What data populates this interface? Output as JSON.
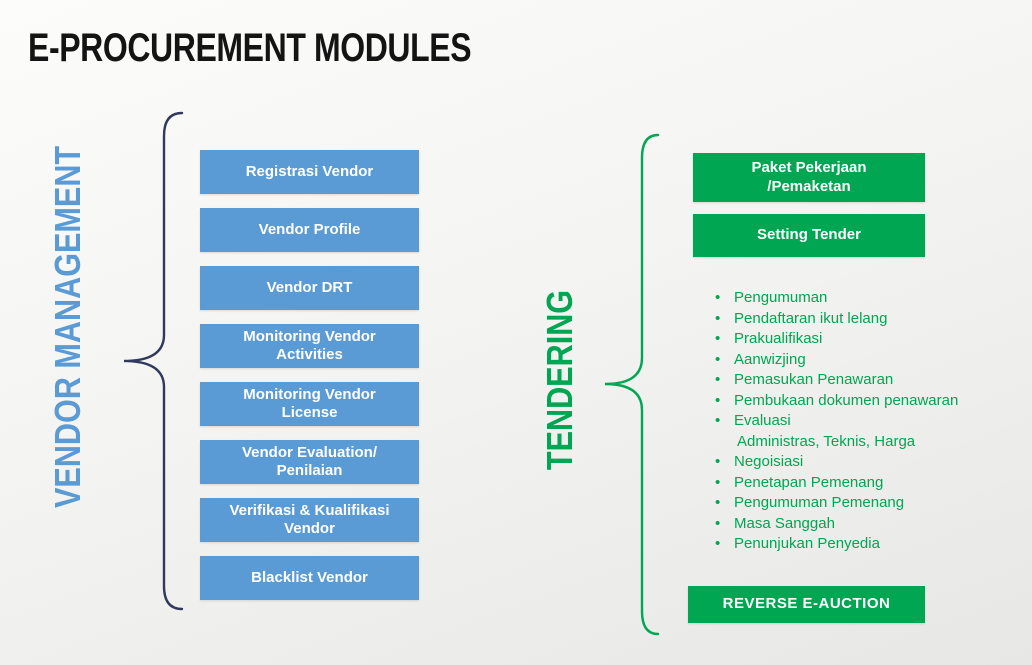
{
  "title": "E-PROCUREMENT MODULES",
  "colors": {
    "module_blue": "#5B9BD5",
    "module_green": "#00A651",
    "brace_navy": "#31395C",
    "title_black": "#141414"
  },
  "vendor_management": {
    "label": "VENDOR MANAGEMENT",
    "modules": [
      "Registrasi Vendor",
      "Vendor Profile",
      "Vendor DRT",
      "Monitoring Vendor\nActivities",
      "Monitoring Vendor\nLicense",
      "Vendor Evaluation/\nPenilaian",
      "Verifikasi & Kualifikasi\nVendor",
      "Blacklist Vendor"
    ]
  },
  "tendering": {
    "label": "TENDERING",
    "top_boxes": [
      "Paket Pekerjaan\n/Pemaketan",
      "Setting Tender"
    ],
    "steps": [
      {
        "text": "Pengumuman"
      },
      {
        "text": "Pendaftaran ikut lelang"
      },
      {
        "text": "Prakualifikasi"
      },
      {
        "text": "Aanwizjing"
      },
      {
        "text": "Pemasukan Penawaran"
      },
      {
        "text": "Pembukaan dokumen penawaran"
      },
      {
        "text": "Evaluasi",
        "sub": "Administras, Teknis, Harga"
      },
      {
        "text": "Negoisiasi"
      },
      {
        "text": "Penetapan Pemenang"
      },
      {
        "text": "Pengumuman Pemenang"
      },
      {
        "text": "Masa Sanggah"
      },
      {
        "text": "Penunjukan Penyedia"
      }
    ],
    "bottom_box": "REVERSE E-AUCTION"
  }
}
